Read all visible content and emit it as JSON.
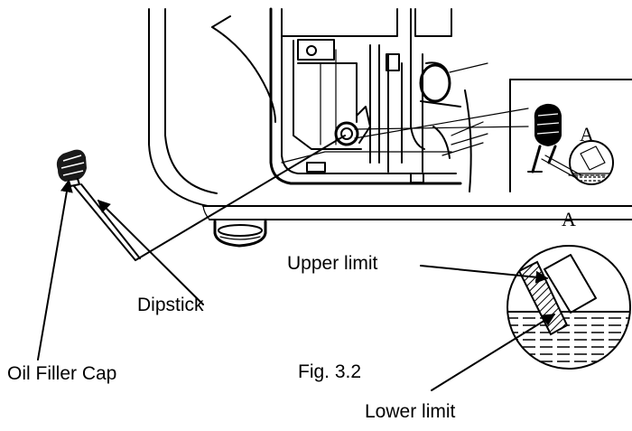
{
  "labels": {
    "dipstick": "Dipstick",
    "oil_filler_cap": "Oil Filler Cap",
    "upper_limit": "Upper limit",
    "lower_limit": "Lower limit",
    "figure_number": "Fig. 3.2",
    "detail_marker_small": "A",
    "detail_marker_large": "A"
  },
  "colors": {
    "line": "#000000",
    "background": "#ffffff"
  }
}
